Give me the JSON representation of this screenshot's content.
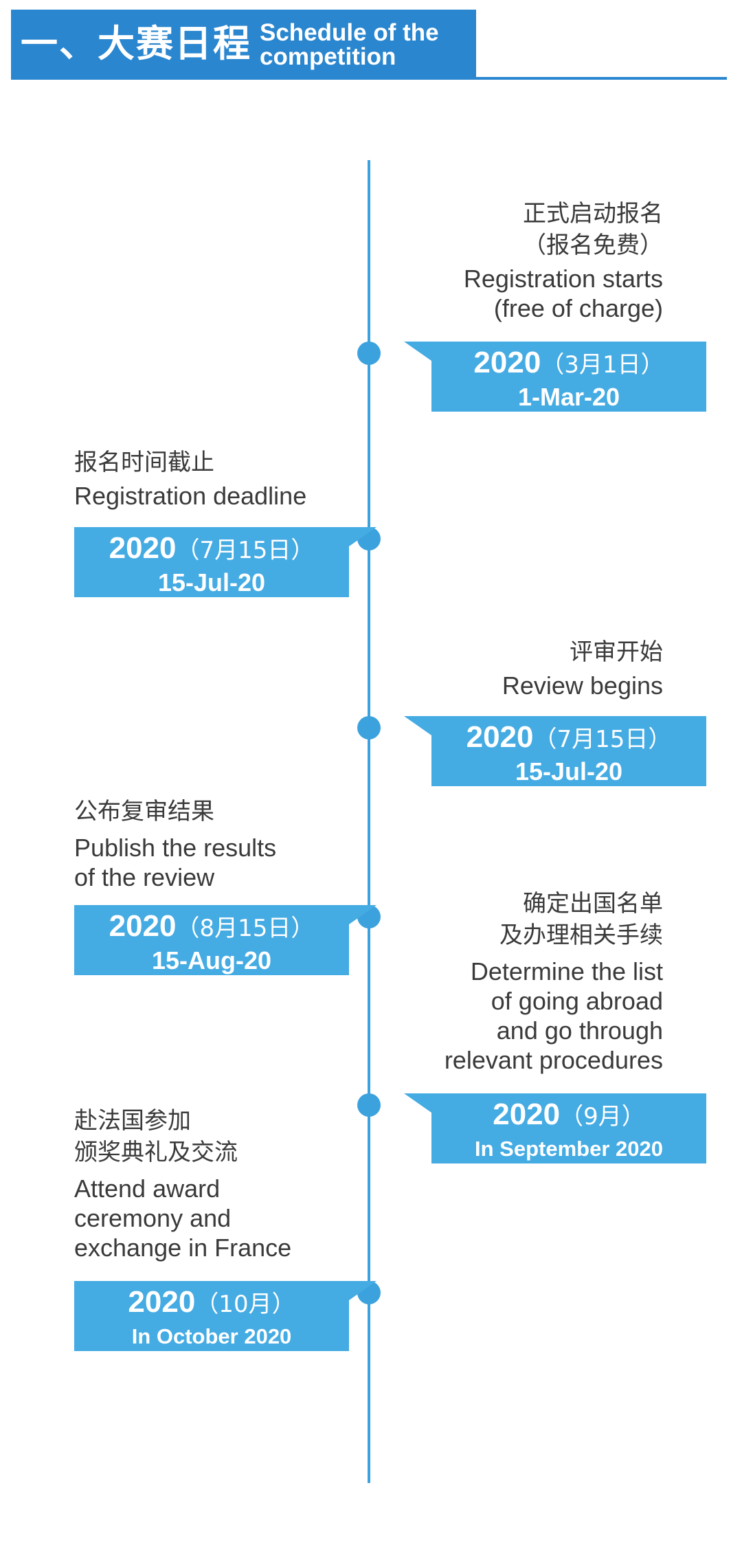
{
  "header": {
    "title_zh": "一、大赛日程",
    "title_en_line1": "Schedule of the",
    "title_en_line2": "competition",
    "color": "#2a86cf"
  },
  "timeline": {
    "accent_color": "#3ca2de",
    "events": [
      {
        "side": "right",
        "zh": [
          "正式启动报名",
          "（报名免费）"
        ],
        "en": [
          "Registration starts",
          "(free of charge)"
        ],
        "year": "2020",
        "paren": "（3月1日）",
        "date": "1-Mar-20"
      },
      {
        "side": "left",
        "zh": [
          "报名时间截止"
        ],
        "en": [
          "Registration deadline"
        ],
        "year": "2020",
        "paren": "（7月15日）",
        "date": "15-Jul-20"
      },
      {
        "side": "right",
        "zh": [
          "评审开始"
        ],
        "en": [
          "Review begins"
        ],
        "year": "2020",
        "paren": "（7月15日）",
        "date": "15-Jul-20"
      },
      {
        "side": "left",
        "zh": [
          "公布复审结果"
        ],
        "en": [
          "Publish the results",
          "of the review"
        ],
        "year": "2020",
        "paren": "（8月15日）",
        "date": "15-Aug-20"
      },
      {
        "side": "right",
        "zh": [
          "确定出国名单",
          "及办理相关手续"
        ],
        "en": [
          "Determine the list",
          "of going abroad",
          "and go through",
          "relevant procedures"
        ],
        "year": "2020",
        "paren": "（9月）",
        "date": "In September 2020"
      },
      {
        "side": "left",
        "zh": [
          "赴法国参加",
          "颁奖典礼及交流"
        ],
        "en": [
          "Attend award",
          "ceremony and",
          "exchange in France"
        ],
        "year": "2020",
        "paren": "（10月）",
        "date": "In October 2020"
      }
    ]
  }
}
